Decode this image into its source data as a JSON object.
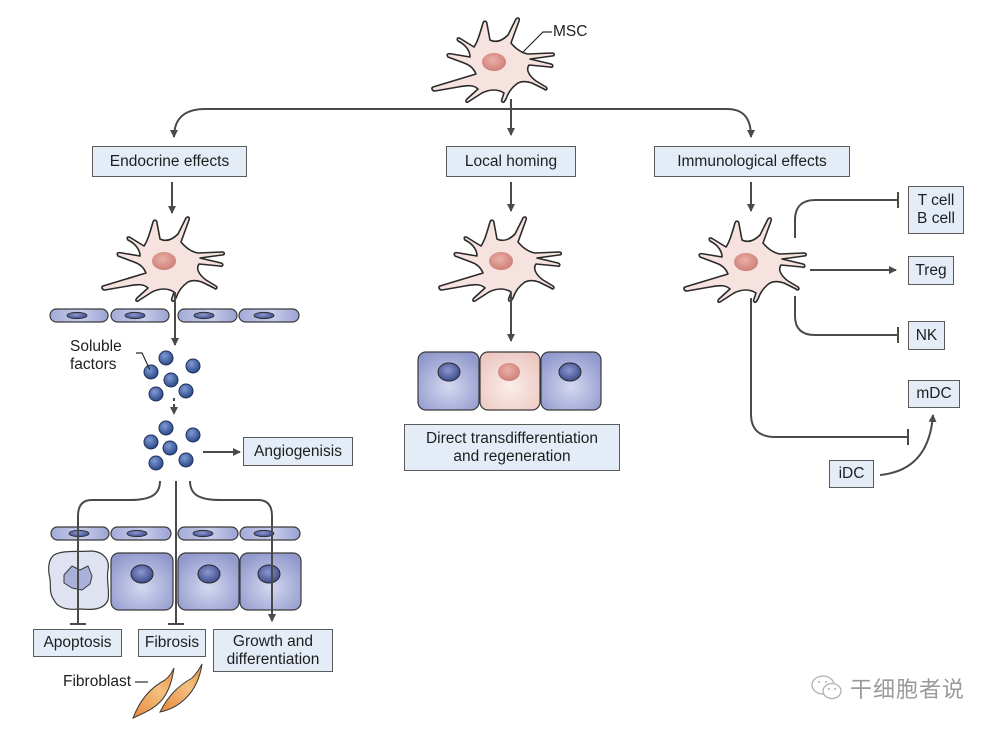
{
  "diagram": {
    "root_label": "MSC",
    "branches": {
      "endocrine": {
        "title": "Endocrine effects",
        "soluble_factors_label": [
          "Soluble",
          "factors"
        ],
        "angiogenesis": "Angiogenisis",
        "outcomes": {
          "apoptosis": "Apoptosis",
          "fibrosis": "Fibrosis",
          "growth": [
            "Growth and",
            "differentiation"
          ]
        },
        "fibroblast_label": "Fibroblast"
      },
      "local_homing": {
        "title": "Local homing",
        "outcome": [
          "Direct transdifferentiation",
          "and regeneration"
        ]
      },
      "immunological": {
        "title": "Immunological effects",
        "targets": {
          "t_b_cell": [
            "T cell",
            "B cell"
          ],
          "treg": "Treg",
          "nk": "NK",
          "mdc": "mDC",
          "idc": "iDC"
        }
      }
    },
    "colors": {
      "msc_fill": "#f6e3df",
      "msc_nucleus": "#d9908a",
      "tissue_cell": "#9aa3d2",
      "tissue_nucleus": "#5a68a8",
      "box_fill": "#e4edf7",
      "arrow": "#4a4a4a",
      "fibroblast": "#eca15a"
    }
  },
  "watermark": {
    "text": "干细胞者说",
    "icon": "wechat-icon"
  }
}
